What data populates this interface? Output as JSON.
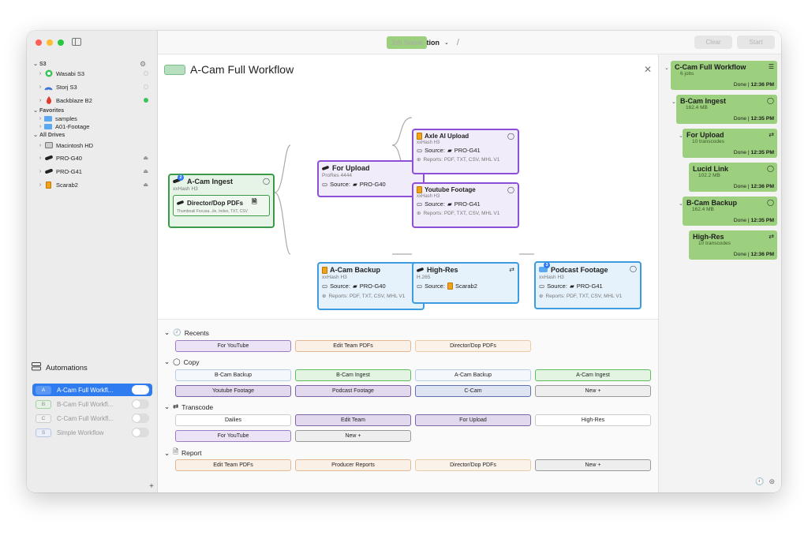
{
  "topbar": {
    "automation_label": "Automation",
    "job_placeholder": "Job Name",
    "clear_label": "Clear",
    "start_label": "Start"
  },
  "sidebar": {
    "s3_header": "S3",
    "s3_items": [
      {
        "label": "Wasabi S3",
        "status": "inactive"
      },
      {
        "label": "Storj S3",
        "status": "inactive"
      },
      {
        "label": "Backblaze B2",
        "status": "active"
      }
    ],
    "favorites_header": "Favorites",
    "favorites": [
      "samples",
      "A01-Footage"
    ],
    "drives_header": "All Drives",
    "drives": [
      "Macintosh HD",
      "PRO-G40",
      "PRO-G41",
      "Scarab2"
    ],
    "automations_title": "Automations",
    "automations": [
      {
        "badge": "A",
        "label": "A-Cam Full Workfl...",
        "on": true
      },
      {
        "badge": "B",
        "label": "B-Cam Full Workfl...",
        "on": false
      },
      {
        "badge": "C",
        "label": "C-Cam Full Workfl...",
        "on": false
      },
      {
        "badge": "S",
        "label": "Simple Workflow",
        "on": false
      }
    ],
    "add_label": "+"
  },
  "workflow": {
    "title": "A-Cam Full Workflow",
    "nodes": {
      "acam_ingest": {
        "title": "A-Cam Ingest",
        "sub": "xxHash H3",
        "badge": "2"
      },
      "director_pdfs": {
        "title": "Director/Dop PDFs",
        "sub": "Thumbnail Focusa...ile, Index, TXT, CSV"
      },
      "for_upload": {
        "title": "For Upload",
        "sub": "ProRes 4444",
        "source_label": "Source:",
        "source": "PRO-G40"
      },
      "axle": {
        "title": "Axle AI Upload",
        "sub": "xxHash H3",
        "source_label": "Source:",
        "source": "PRO-G41",
        "reports": "Reports: PDF, TXT, CSV, MHL V1"
      },
      "youtube": {
        "title": "Youtube Footage",
        "sub": "xxHash H3",
        "source_label": "Source:",
        "source": "PRO-G41",
        "reports": "Reports: PDF, TXT, CSV, MHL V1"
      },
      "acam_backup": {
        "title": "A-Cam Backup",
        "sub": "xxHash H3",
        "source_label": "Source:",
        "source": "PRO-G40",
        "reports": "Reports: PDF, TXT, CSV, MHL V1"
      },
      "high_res": {
        "title": "High-Res",
        "sub": "H.265",
        "source_label": "Source:",
        "source": "Scarab2"
      },
      "podcast": {
        "title": "Podcast Footage",
        "sub": "xxHash H3",
        "source_label": "Source:",
        "source": "PRO-G41",
        "reports": "Reports: PDF, TXT, CSV, MHL V1",
        "badge": "3"
      }
    }
  },
  "library": {
    "recents_title": "Recents",
    "recents": [
      "For YouTube",
      "Edit Team PDFs",
      "Director/Dop PDFs"
    ],
    "copy_title": "Copy",
    "copy": [
      "B-Cam Backup",
      "B-Cam Ingest",
      "A-Cam Backup",
      "A-Cam Ingest",
      "Youtube Footage",
      "Podcast Footage",
      "C-Cam",
      "New +"
    ],
    "transcode_title": "Transcode",
    "transcode": [
      "Dailies",
      "Edit Team",
      "For Upload",
      "High-Res",
      "For YouTube",
      "New +"
    ],
    "report_title": "Report",
    "report": [
      "Edit Team PDFs",
      "Producer Reports",
      "Director/Dop PDFs",
      "New +"
    ]
  },
  "jobs": [
    {
      "title": "C-Cam Full Workflow",
      "sub": "6 jobs",
      "done": "Done",
      "time": "12:36 PM"
    },
    {
      "title": "B-Cam Ingest",
      "sub": "162.4 MB",
      "done": "Done",
      "time": "12:35 PM"
    },
    {
      "title": "For Upload",
      "sub": "10 transcodes",
      "done": "Done",
      "time": "12:35 PM"
    },
    {
      "title": "Lucid Link",
      "sub": "102.2 MB",
      "done": "Done",
      "time": "12:36 PM"
    },
    {
      "title": "B-Cam Backup",
      "sub": "162.4 MB",
      "done": "Done",
      "time": "12:35 PM"
    },
    {
      "title": "High-Res",
      "sub": "10 transcodes",
      "done": "Done",
      "time": "12:36 PM"
    }
  ],
  "colors": {
    "green_node": "#3a9a48",
    "purple_node": "#8d4fd6",
    "blue_node": "#3d9be0",
    "job_green": "#9ccf7e",
    "toggle_on": "#1e7cf2",
    "selected": "#2f7bf0"
  }
}
